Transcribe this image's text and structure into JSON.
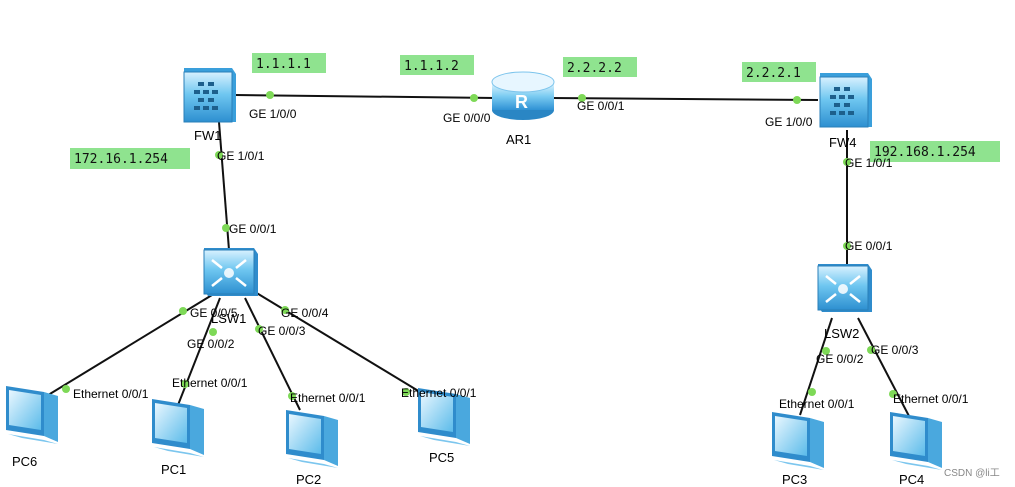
{
  "colors": {
    "link": "#111111",
    "port_dot": "#7ed957",
    "ip_bg": "#8fe38f",
    "device_blue": "#4ab3e8",
    "device_light": "#bfe6fb"
  },
  "devices": {
    "fw1": {
      "label": "FW1",
      "icon": "firewall-icon"
    },
    "ar1": {
      "label": "AR1",
      "icon": "router-icon"
    },
    "fw4": {
      "label": "FW4",
      "icon": "firewall-icon"
    },
    "lsw1": {
      "label": "LSW1",
      "icon": "switch-icon"
    },
    "lsw2": {
      "label": "LSW2",
      "icon": "switch-icon"
    },
    "pc6": {
      "label": "PC6",
      "icon": "pc-icon"
    },
    "pc1": {
      "label": "PC1",
      "icon": "pc-icon"
    },
    "pc2": {
      "label": "PC2",
      "icon": "pc-icon"
    },
    "pc5": {
      "label": "PC5",
      "icon": "pc-icon"
    },
    "pc3": {
      "label": "PC3",
      "icon": "pc-icon"
    },
    "pc4": {
      "label": "PC4",
      "icon": "pc-icon"
    }
  },
  "ip_labels": {
    "fw1_out": "1.1.1.1",
    "ar1_left": "1.1.1.2",
    "ar1_right": "2.2.2.2",
    "fw4_out": "2.2.2.1",
    "fw1_in": "172.16.1.254",
    "fw4_in": "192.168.1.254"
  },
  "ports": {
    "fw1_ge100": "GE 1/0/0",
    "ar1_ge000": "GE 0/0/0",
    "ar1_ge001": "GE 0/0/1",
    "fw4_ge100": "GE 1/0/0",
    "fw1_ge101": "GE 1/0/1",
    "lsw1_ge001": "GE 0/0/1",
    "fw4_ge101": "GE 1/0/1",
    "lsw2_ge001": "GE 0/0/1",
    "lsw1_ge005": "GE 0/0/5",
    "lsw1_ge004": "GE 0/0/4",
    "lsw1_ge002": "GE 0/0/2",
    "lsw1_ge003": "GE 0/0/3",
    "lsw2_ge002": "GE 0/0/2",
    "lsw2_ge003": "GE 0/0/3",
    "pc6_eth": "Ethernet 0/0/1",
    "pc1_eth": "Ethernet 0/0/1",
    "pc2_eth": "Ethernet 0/0/1",
    "pc5_eth": "Ethernet 0/0/1",
    "pc3_eth": "Ethernet 0/0/1",
    "pc4_eth": "Ethernet 0/0/1"
  },
  "watermark": "CSDN @li工"
}
